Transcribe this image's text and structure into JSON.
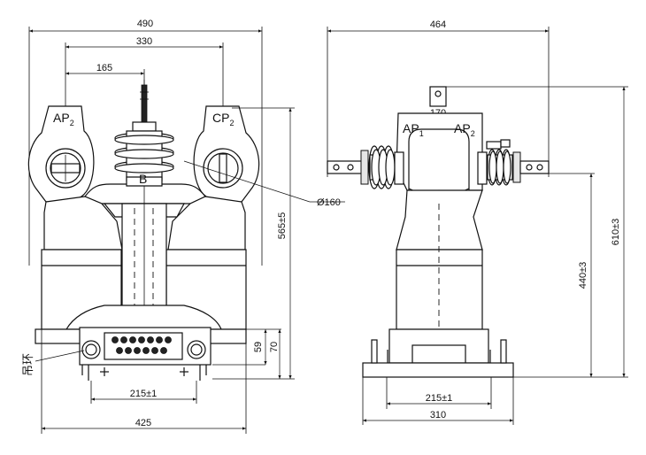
{
  "front_view": {
    "dim_490": "490",
    "dim_330": "330",
    "dim_165": "165",
    "dim_565": "565±5",
    "dim_59": "59",
    "dim_70": "70",
    "dim_215": "215±1",
    "dim_425": "425",
    "label_ap": "AP",
    "label_ap_sub": "2",
    "label_cp": "CP",
    "label_cp_sub": "2",
    "label_b": "B",
    "label_dia": "Ø160",
    "label_ring": "吊环"
  },
  "side_view": {
    "dim_464": "464",
    "dim_170": "170",
    "dim_610": "610±3",
    "dim_440": "440±3",
    "dim_215": "215±1",
    "dim_310": "310",
    "label_ap1": "AP",
    "label_ap1_sub": "1",
    "label_ap2": "AP",
    "label_ap2_sub": "2"
  }
}
